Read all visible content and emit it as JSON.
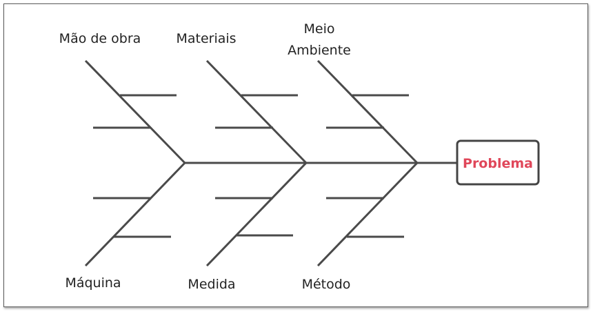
{
  "problem": {
    "label": "Problema",
    "color": "#e0475a",
    "border_color": "#444444"
  },
  "causes": {
    "top": [
      {
        "lines": [
          "Mão de obra"
        ]
      },
      {
        "lines": [
          "Materiais"
        ]
      },
      {
        "lines": [
          "Meio",
          "Ambiente"
        ]
      }
    ],
    "bottom": [
      {
        "lines": [
          "Máquina"
        ]
      },
      {
        "lines": [
          "Medida"
        ]
      },
      {
        "lines": [
          "Método"
        ]
      }
    ]
  },
  "line_color": "#4a4a4a"
}
